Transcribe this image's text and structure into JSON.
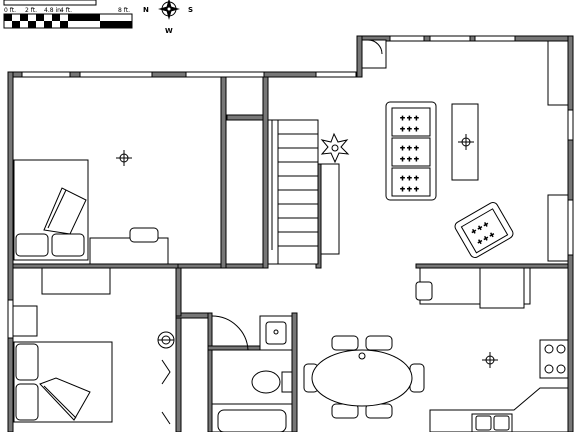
{
  "scale_bar": {
    "labels": [
      "0 ft.",
      "2 ft.",
      "4 ft.",
      "8 ft."
    ],
    "sublabel": "4.8 in."
  },
  "compass": {
    "n": "N",
    "s": "S",
    "w": "W"
  },
  "colors": {
    "wall": "#777777",
    "line": "#000000",
    "background": "#ffffff"
  }
}
